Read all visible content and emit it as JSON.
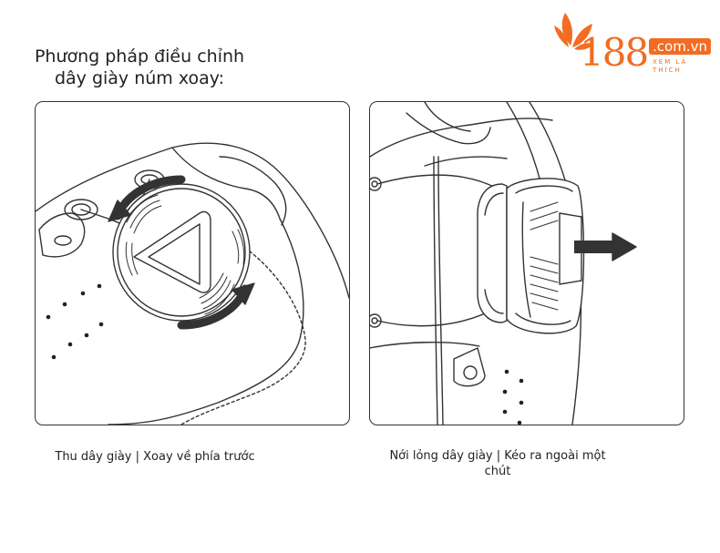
{
  "title": "Phương pháp điều chỉnh dây giày núm xoay:",
  "logo": {
    "number": "188",
    "domain": ".com.vn",
    "tagline": "XEM LÀ THÍCH",
    "accent_color": "#f26c22"
  },
  "panels": [
    {
      "icon": "rotate-forward-arrows-icon",
      "caption": "Thu dây giày | Xoay về phía trước"
    },
    {
      "icon": "pull-out-arrow-icon",
      "caption": "Nới lỏng dây giày | Kéo ra ngoài một chút"
    }
  ]
}
